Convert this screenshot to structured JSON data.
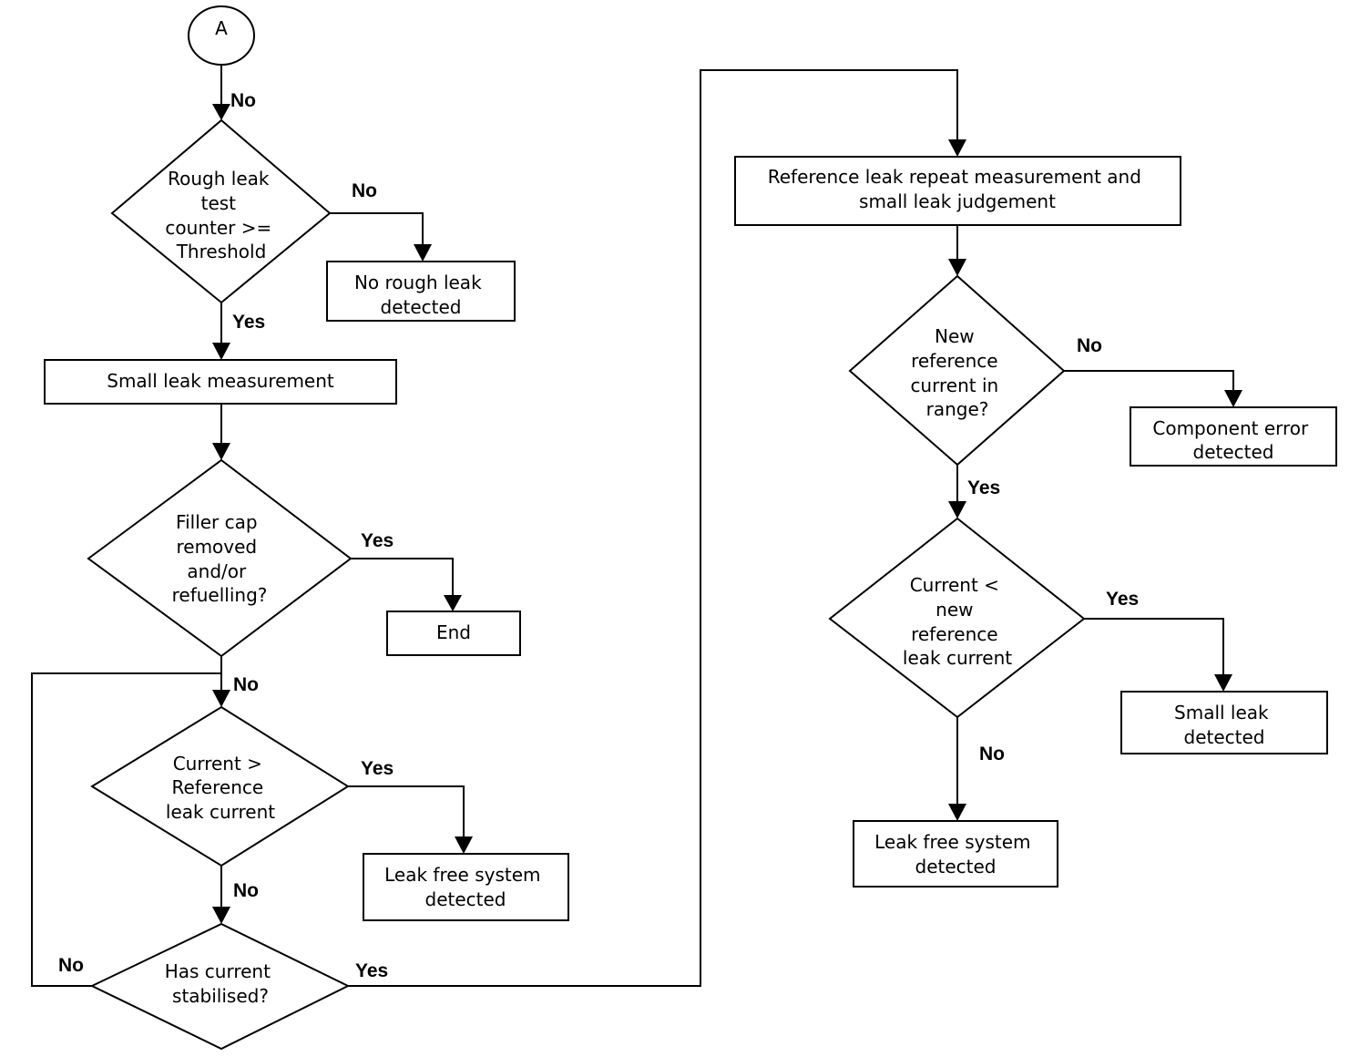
{
  "nodes": {
    "start_a": {
      "lines": [
        "A"
      ]
    },
    "rough_leak_decision": {
      "lines": [
        "Rough leak",
        "test",
        "counter >=",
        "Threshold"
      ]
    },
    "no_rough_leak": {
      "lines": [
        "No rough leak",
        "detected"
      ]
    },
    "small_leak_measurement": {
      "lines": [
        "Small leak measurement"
      ]
    },
    "filler_cap_decision": {
      "lines": [
        "Filler cap",
        "removed",
        "and/or",
        "refuelling?"
      ]
    },
    "end": {
      "lines": [
        "End"
      ]
    },
    "current_gt_ref_decision": {
      "lines": [
        "Current >",
        "Reference",
        "leak current"
      ]
    },
    "leak_free_left": {
      "lines": [
        "Leak free system",
        "detected"
      ]
    },
    "stabilised_decision": {
      "lines": [
        "Has current",
        "stabilised?"
      ]
    },
    "ref_repeat": {
      "lines": [
        "Reference leak repeat measurement and",
        "small leak judgement"
      ]
    },
    "new_ref_range_decision": {
      "lines": [
        "New",
        "reference",
        "current in",
        "range?"
      ]
    },
    "component_error": {
      "lines": [
        "Component error",
        "detected"
      ]
    },
    "current_lt_new_ref_decision": {
      "lines": [
        "Current <",
        "new",
        "reference",
        "leak current"
      ]
    },
    "small_leak_detected": {
      "lines": [
        "Small leak",
        "detected"
      ]
    },
    "leak_free_right": {
      "lines": [
        "Leak free system",
        "detected"
      ]
    }
  },
  "edge_labels": {
    "a_to_rough": "No",
    "rough_no": "No",
    "rough_yes": "Yes",
    "filler_yes": "Yes",
    "filler_no": "No",
    "current_gt_yes": "Yes",
    "current_gt_no": "No",
    "stabilised_no": "No",
    "stabilised_yes": "Yes",
    "new_ref_no": "No",
    "new_ref_yes": "Yes",
    "current_lt_yes": "Yes",
    "current_lt_no": "No"
  }
}
